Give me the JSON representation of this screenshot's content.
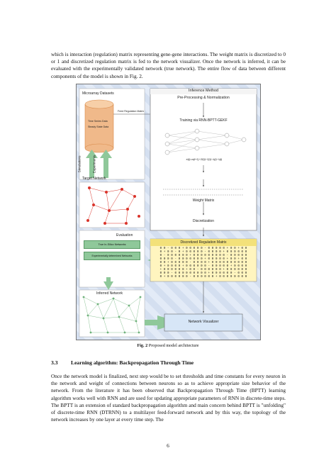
{
  "paragraph_1": "which is interaction (regulation) matrix representing gene-gene interactions. The weight matrix is discretized to 0 or 1 and discretized regulation matrix is fed to the network visualizer. Once the network is inferred, it can be evaluated with the experimentally validated network (true network). The entire flow of data between different components of the model is shown in Fig. 2.",
  "figure": {
    "microarray_datasets": "Microarray Datasets",
    "time_series_data": "Time Series Data",
    "steady_state_data": "Steady State Data",
    "feed_regulation_matrix": "Feed Regulation Matrix",
    "inference_method": "Inference Method",
    "preprocessing": "Pre-Processing & Normalization",
    "training": "Training via RNN-BPTT-GEKF",
    "equation": "e(t)=σ(t+1)−Σf(t)−Σ(t)−λ(t)−λ(t)",
    "weight_matrix": "Weight Matrix",
    "discretization": "Discretization",
    "simulations": "Simulations",
    "experiments": "Experiments",
    "target_network": "Target Network",
    "evaluation": "Evaluation",
    "true_in_silico": "True In-Silico Networks",
    "experimentally_determined": "Experimentally determined Networks",
    "discretized_regulation_matrix": "Discretized Regulation Matrix",
    "matrix_rows": [
      "0 0 - 0 0 0 + 0 0 0 0 0 - 0 0 0 0 0 + 0 0 + 0 0",
      "0 + 0 0 - 0 + 0 0 0 0 0 - 0 0 0 0 + 0 0 0 0 0 0",
      "0 - 0 0 0 0 0 0 + 0 0 0 0 0 0 0 0 0 - 0 0 0 0 0",
      "0 0 0 0 - 0 0 0 0 0 0 0 + 0 0 0 0 0 + 0 0 + 0 0",
      "0 0 + 0 0 0 0 0 - 0 0 0 0 + 0 0 0 0 0 0 0 0 0 0",
      "0 + 0 0 0 0 + 0 0 0 0 0 0 - 0 0 0 0 0 + 0 0 0 0",
      "+ 0 0 0 0 0 0 + 0 0 - 0 0 0 0 0 0 + 0 0 0 0 0 0",
      "0 0 0 - 0 0 0 0 0 0 0 0 0 + 0 0 0 0 0 0 - 0 0 0",
      "0 + 0 0 0 0 0 0 - 0 0 0 0 0 0 + 0 0 0 0 0 0 0 0"
    ],
    "inferred_network": "Inferred Network",
    "network_visualizer": "Network Visualizer",
    "colors": {
      "orange": "#f4a24a",
      "green": "#8fc89a",
      "yellow": "#fff5bf",
      "red": "#d9342b",
      "cylinder": "#f0b98a"
    }
  },
  "caption_label": "Fig. 2",
  "caption_text": "Proposed model architecture",
  "section_number": "3.3",
  "section_title": "Learning algorithm: Backpropagation Through Time",
  "paragraph_2": "Once the network model is finalized, next step would be to set thresholds and time constants for every neuron in the network and weight of connections between neurons so as to achieve appropriate size behavior of the network. From the literature it has been observed that Backpropagation Through Time (BPTT) learning algorithm works well with RNN and are used for updating appropriate parameters of RNN in discrete-time steps. The BPTT is an extension of standard backpropagation algorithm and main concern behind BPTT is \"unfolding\" of discrete-time RNN (DTRNN) to a multilayer feed-forward network and by this way, the topology of the network increases by one layer at every time step. The",
  "page_number": "6"
}
